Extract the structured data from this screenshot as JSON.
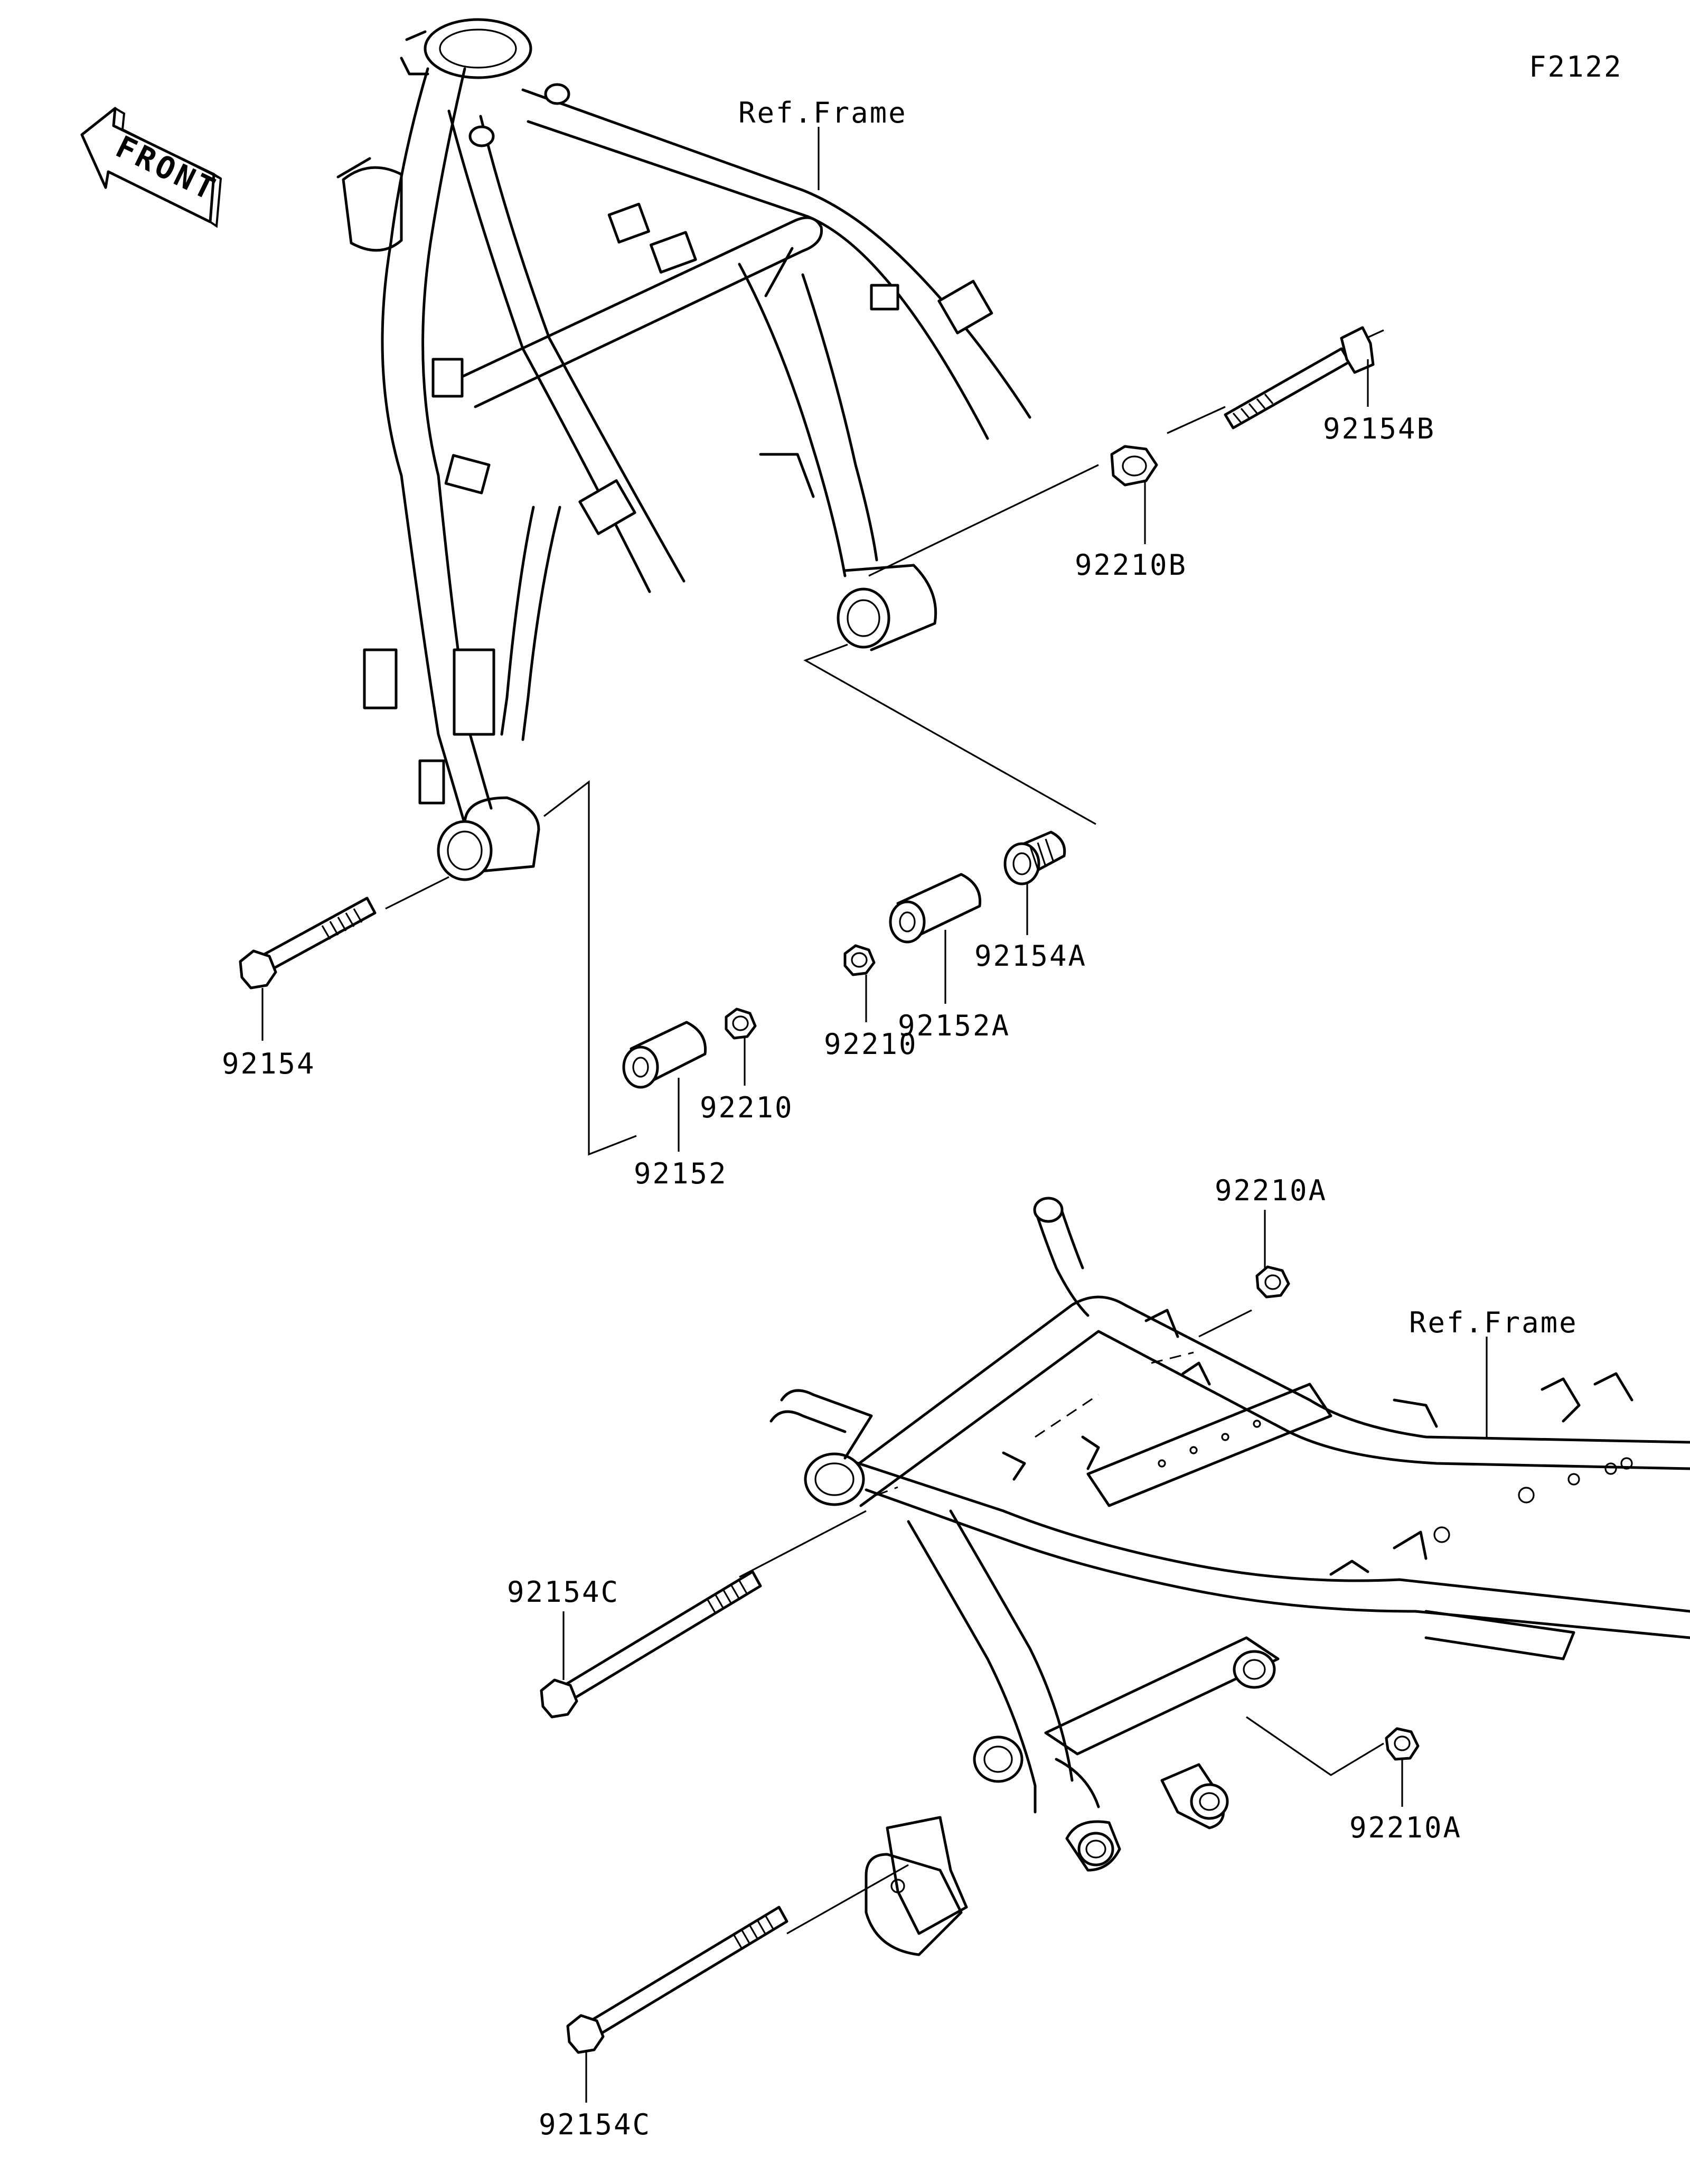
{
  "diagram_code": "F2122",
  "front_arrow": {
    "text": "FRONT"
  },
  "ref_frame_labels": [
    "Ref.Frame",
    "Ref.Frame"
  ],
  "parts": {
    "p92154B": "92154B",
    "p92210B": "92210B",
    "p92154": "92154",
    "p92154A": "92154A",
    "p92152A": "92152A",
    "p92210_a": "92210",
    "p92210_b": "92210",
    "p92152": "92152",
    "p92210A_top": "92210A",
    "p92154C_mid": "92154C",
    "p92210A_bottom": "92210A",
    "p92154C_bottom": "92154C"
  }
}
